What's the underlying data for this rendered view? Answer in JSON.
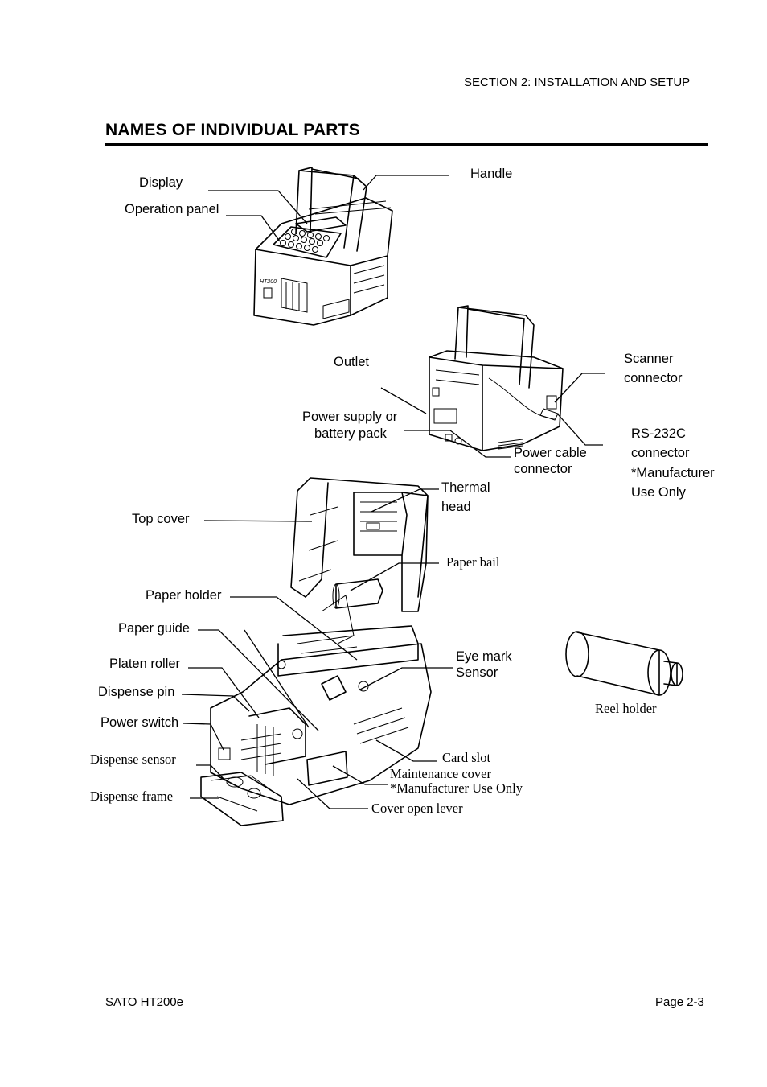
{
  "header": {
    "section": "SECTION 2: INSTALLATION AND SETUP"
  },
  "title": "NAMES OF INDIVIDUAL PARTS",
  "labels": {
    "display": "Display",
    "operation_panel": "Operation panel",
    "handle": "Handle",
    "outlet": "Outlet",
    "scanner_1": "Scanner",
    "scanner_2": "connector",
    "power_supply_1": "Power supply or",
    "power_supply_2": "battery pack",
    "rs232_1": "RS-232C",
    "rs232_2": "connector",
    "rs232_3": "*Manufacturer",
    "rs232_4": "Use Only",
    "power_cable_1": "Power cable",
    "power_cable_2": "connector",
    "thermal_1": "Thermal",
    "thermal_2": "head",
    "top_cover": "Top cover",
    "paper_bail": "Paper bail",
    "paper_holder": "Paper holder",
    "paper_guide": "Paper guide",
    "platen_roller": "Platen roller",
    "eye_mark_1": "Eye mark",
    "eye_mark_2": "Sensor",
    "dispense_pin": "Dispense pin",
    "reel_holder": "Reel holder",
    "power_switch": "Power switch",
    "dispense_sensor": "Dispense sensor",
    "card_slot": "Card slot",
    "maintenance_1": "Maintenance cover",
    "maintenance_2": "*Manufacturer Use Only",
    "dispense_frame": "Dispense frame",
    "cover_open_lever": "Cover open lever",
    "model_marking": "HT200"
  },
  "footer": {
    "left": "SATO HT200e",
    "right": "Page 2-3"
  }
}
